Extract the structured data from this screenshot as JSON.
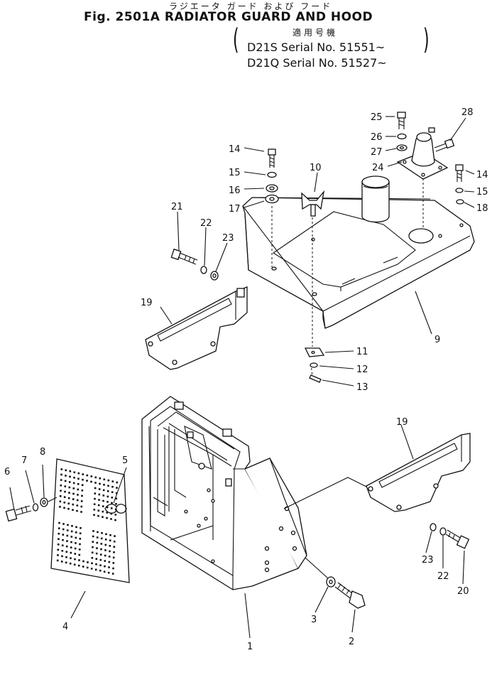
{
  "header": {
    "jp_title": "ラジエータ ガード および フード",
    "fig_title": "Fig. 2501A  RADIATOR GUARD AND HOOD",
    "jp_applicability": "適用号機",
    "serial_1": "D21S  Serial  No. 51551~",
    "serial_2": "D21Q  Serial  No. 51527~"
  },
  "callouts": {
    "c1": "1",
    "c2": "2",
    "c3": "3",
    "c4": "4",
    "c5": "5",
    "c6": "6",
    "c7": "7",
    "c8": "8",
    "c9": "9",
    "c10": "10",
    "c11": "11",
    "c12": "12",
    "c13": "13",
    "c14a": "14",
    "c14b": "14",
    "c15a": "15",
    "c15b": "15",
    "c16": "16",
    "c17": "17",
    "c18": "18",
    "c19a": "19",
    "c19b": "19",
    "c20": "20",
    "c21": "21",
    "c22a": "22",
    "c22b": "22",
    "c23a": "23",
    "c23b": "23",
    "c24": "24",
    "c25": "25",
    "c26": "26",
    "c27": "27",
    "c28": "28"
  }
}
